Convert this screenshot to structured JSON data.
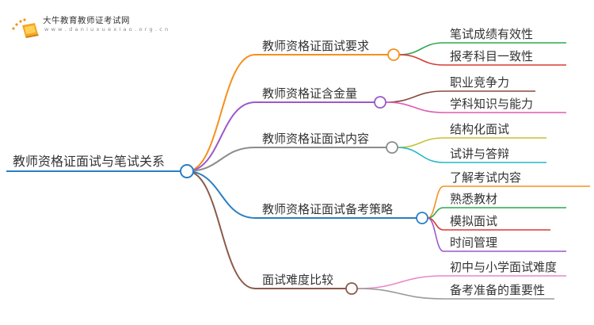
{
  "watermark": {
    "title": "大牛教育教师证考试网",
    "url": "w w w . d a n i u x u e x i a o . o r g . c n"
  },
  "mindmap": {
    "root": "教师资格证面试与笔试关系",
    "branches": [
      {
        "label": "教师资格证面试要求",
        "color": "#f5901e",
        "children": [
          {
            "label": "笔试成绩有效性",
            "color": "#2fa84f"
          },
          {
            "label": "报考科目一致性",
            "color": "#d93c35"
          }
        ]
      },
      {
        "label": "教师资格证含金量",
        "color": "#9b59c9",
        "children": [
          {
            "label": "职业竞争力",
            "color": "#8a4a3c"
          },
          {
            "label": "学科知识与能力",
            "color": "#e05ab6"
          }
        ]
      },
      {
        "label": "教师资格证面试内容",
        "color": "#8c8c8c",
        "children": [
          {
            "label": "结构化面试",
            "color": "#c6c031"
          },
          {
            "label": "试讲与答辩",
            "color": "#27b8c8"
          }
        ]
      },
      {
        "label": "教师资格证面试备考策略",
        "color": "#2a7fc4",
        "children": [
          {
            "label": "了解考试内容",
            "color": "#f5901e"
          },
          {
            "label": "熟悉教材",
            "color": "#2fa84f"
          },
          {
            "label": "模拟面试",
            "color": "#d93c35"
          },
          {
            "label": "时间管理",
            "color": "#9b59c9"
          }
        ]
      },
      {
        "label": "面试难度比较",
        "color": "#8a5a4a",
        "children": [
          {
            "label": "初中与小学面试难度",
            "color": "#e888c8"
          },
          {
            "label": "备考准备的重要性",
            "color": "#9a9a9a"
          }
        ]
      }
    ]
  }
}
